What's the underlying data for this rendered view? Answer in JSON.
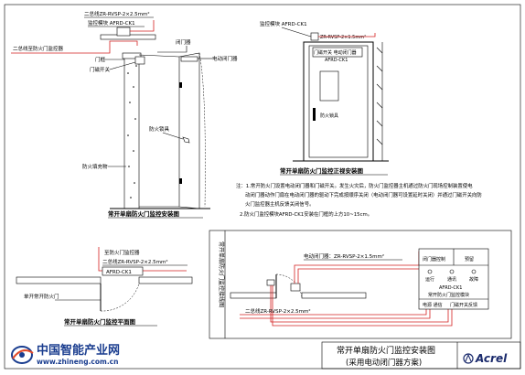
{
  "elevation": {
    "bus_cable": "二总线ZR-RVSP-2×2.5mm²",
    "monitor_module": "监控模块 AFRD-CK1",
    "to_monitor": "二总线至防火门监控器",
    "door_frame": "门框",
    "magnetic_switch": "门磁开关",
    "door_closer": "闭门器",
    "electric_closer": "电动闭门器",
    "fire_lock": "防火锁具",
    "fill_material": "防火填充物",
    "caption": "常开单扇防火门监控安装图"
  },
  "front_view": {
    "monitor_module": "监控模块 AFRD-CK1",
    "cable": "ZR-RVSP-2×1.5mm²",
    "switch_label": "门磁开关 电动闭门器",
    "brand_label": "AFRD-CK1",
    "lock": "防火锁具",
    "caption": "常开单扇防火门监控正视安装图"
  },
  "notes": {
    "line1": "注：1.常开防火门设置电动闭门器和门磁开关。发生火灾后，防火门监控器主机通过防火门现场控制装置使电",
    "line2": "动闭门器动作门扇在电动闭门器的驱动下完成按顺序关闭（电动闭门器可设置延时关闭）并通过门磁开关向防",
    "line3": "火门监控器主机反馈关闭信号。",
    "line4": "2.防火门监控模块AFRD-CK1安装在门框的上方10~15cm。"
  },
  "plan": {
    "to_monitor": "至防火门监控器",
    "bus_cable": "二总线ZR-RVSP-2×2.5mm²",
    "module": "AFRD-CK1",
    "door": "单开常开防火门",
    "caption": "常开单扇防火门监控平面图"
  },
  "wiring": {
    "side_title": "常开单扇防火门监控接线图",
    "closer_cable": "电动闭门器：ZR-RVSP-2×1.5mm²",
    "bus_cable": "二总线ZR-RVSP-2×2.5mm²",
    "module_row1": [
      "闭门器控制",
      "预留"
    ],
    "module_row2": [
      "运行",
      "通讯",
      "故障"
    ],
    "module_model": "AFRD-CK1",
    "module_name": "常开防火门监控模块",
    "module_row3": [
      "电源 通信",
      "门磁开关反馈"
    ]
  },
  "title_block": {
    "line1": "常开单扇防火门监控安装图",
    "line2": "(采用电动闭门器方案)",
    "brand": "Acrel"
  },
  "logo": {
    "cn": "中国智能产业网",
    "url": "www.zhineng.com.cn"
  },
  "colors": {
    "wire": "#d42020",
    "logo_blue": "#1a3d8f"
  }
}
